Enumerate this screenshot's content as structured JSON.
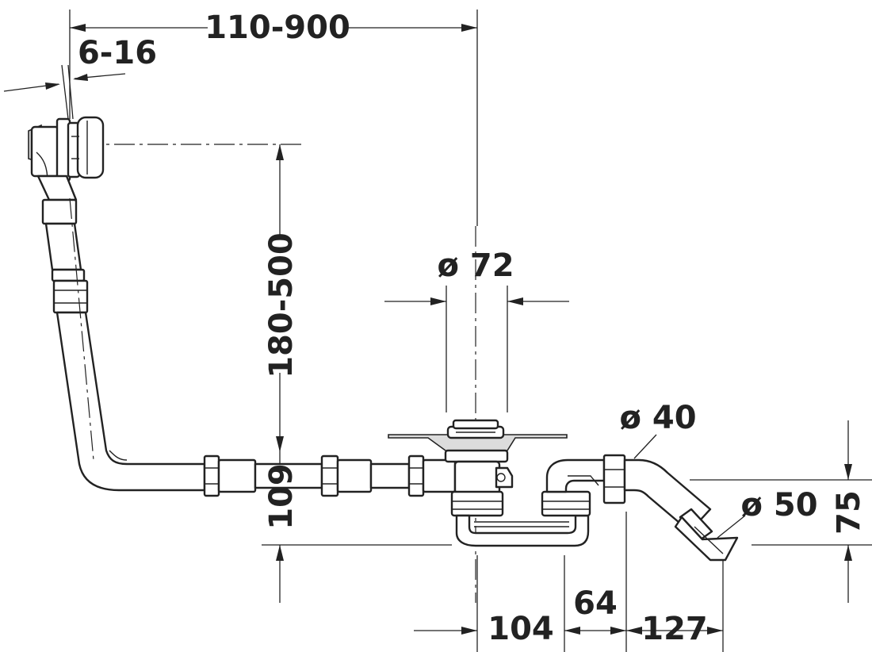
{
  "drawing": {
    "dimensions": {
      "total_length": "110-900",
      "wall_thickness": "6-16",
      "overflow_height": "180-500",
      "drain_diameter": "ø 72",
      "outlet_diameter": "ø 40",
      "trap_diameter": "ø 50",
      "trap_height": "109",
      "outlet_height": "75",
      "drain_offset": "104",
      "trap_width": "64",
      "outlet_length": "127"
    }
  }
}
